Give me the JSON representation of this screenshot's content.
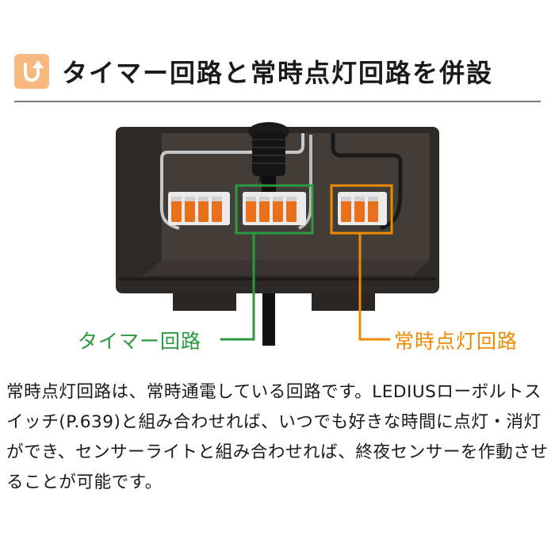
{
  "header": {
    "icon": "u-turn-arrow-icon",
    "title": "タイマー回路と常時点灯回路を併設"
  },
  "diagram": {
    "timer_label": "タイマー回路",
    "constant_label": "常時点灯回路",
    "colors": {
      "timer": "#2b9a3e",
      "constant": "#ef8a00",
      "housing": "#2d2926",
      "terminal_orange": "#e8701a",
      "icon_bg": "#f7b980"
    }
  },
  "description": "常時点灯回路は、常時通電している回路です。LEDIUSローボルトスイッチ(P.639)と組み合わせれば、いつでも好きな時間に点灯・消灯ができ、センサーライトと組み合わせれば、終夜センサーを作動させることが可能です。"
}
